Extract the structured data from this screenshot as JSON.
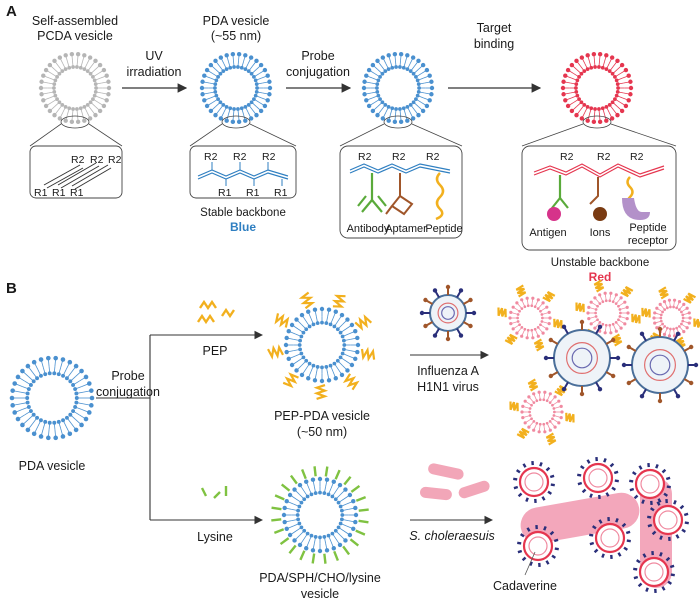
{
  "panels": {
    "a": "A",
    "b": "B"
  },
  "row_a": {
    "pcda_title_1": "Self-assembled",
    "pcda_title_2": "PCDA vesicle",
    "uv_1": "UV",
    "uv_2": "irradiation",
    "pda_title_1": "PDA vesicle",
    "pda_title_2": "(~55 nm)",
    "probe_1": "Probe",
    "probe_2": "conjugation",
    "target_1": "Target",
    "target_2": "binding",
    "r1": "R1",
    "r2": "R2",
    "stable_backbone": "Stable backbone",
    "blue": "Blue",
    "antibody": "Antibody",
    "aptamer": "Aptamer",
    "peptide": "Peptide",
    "antigen": "Antigen",
    "ions": "Ions",
    "peptide_receptor_1": "Peptide",
    "peptide_receptor_2": "receptor",
    "unstable_backbone": "Unstable backbone",
    "red": "Red"
  },
  "row_b": {
    "probe_1": "Probe",
    "probe_2": "conjugation",
    "pda_vesicle": "PDA vesicle",
    "pep": "PEP",
    "pep_pda_1": "PEP-PDA vesicle",
    "pep_pda_2": "(~50 nm)",
    "influenza_1": "Influenza A",
    "influenza_2": "H1N1 virus",
    "lysine": "Lysine",
    "complex_1": "PDA/SPH/CHO/lysine",
    "complex_2": "vesicle",
    "bacteria": "S. choleraesuis",
    "cadaverine": "Cadaverine"
  },
  "colors": {
    "grey": "#b5b5b5",
    "blue": "#4a90cf",
    "red": "#e5364f",
    "pink": "#f08aa0",
    "yellow": "#f2b01e",
    "green": "#7fc241",
    "navy": "#2a2f7a",
    "brown": "#a0562a",
    "purple": "#b391c9",
    "magenta": "#d6338a"
  }
}
